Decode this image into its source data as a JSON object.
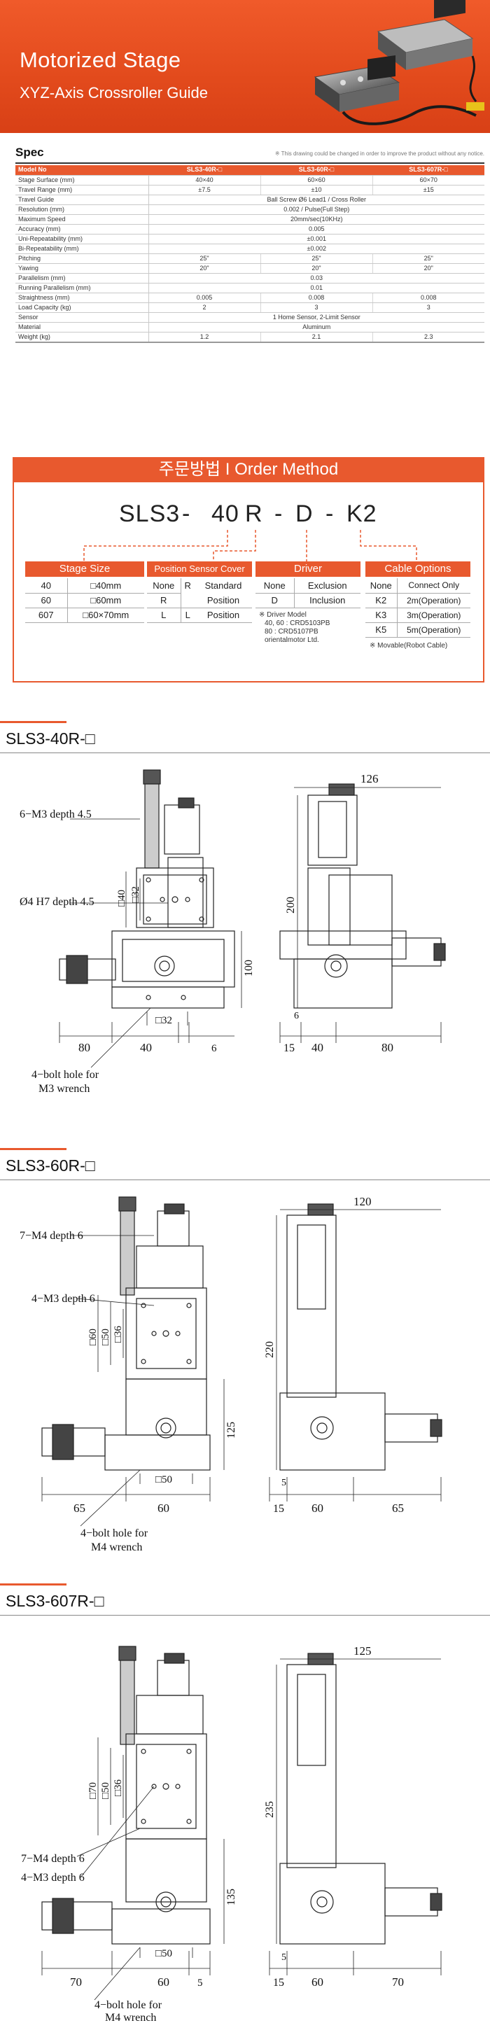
{
  "banner": {
    "title": "Motorized Stage",
    "subtitle": "XYZ-Axis Crossroller Guide"
  },
  "spec": {
    "title": "Spec",
    "note": "※ This drawing could be changed in order to improve the product without any notice.",
    "headers": [
      "Model No",
      "SLS3-40R-□",
      "SLS3-60R-□",
      "SLS3-607R-□"
    ],
    "rows": [
      {
        "label": "Stage Surface (mm)",
        "values": [
          "40×40",
          "60×60",
          "60×70"
        ]
      },
      {
        "label": "Travel Range (mm)",
        "values": [
          "±7.5",
          "±10",
          "±15"
        ]
      },
      {
        "label": "Travel Guide",
        "span": "Ball Screw Ø6 Lead1 / Cross Roller"
      },
      {
        "label": "Resolution (mm)",
        "span": "0.002 / Pulse(Full Step)"
      },
      {
        "label": "Maximum Speed",
        "span": "20mm/sec(10KHz)"
      },
      {
        "label": "Accuracy (mm)",
        "span": "0.005"
      },
      {
        "label": "Uni-Repeatability (mm)",
        "span": "±0.001"
      },
      {
        "label": "Bi-Repeatability (mm)",
        "span": "±0.002"
      },
      {
        "label": "Pitching",
        "values": [
          "25\"",
          "25\"",
          "25\""
        ]
      },
      {
        "label": "Yawing",
        "values": [
          "20\"",
          "20\"",
          "20\""
        ]
      },
      {
        "label": "Parallelism (mm)",
        "span": "0.03"
      },
      {
        "label": "Running Parallelism (mm)",
        "span": "0.01"
      },
      {
        "label": "Straightness (mm)",
        "values": [
          "0.005",
          "0.008",
          "0.008"
        ]
      },
      {
        "label": "Load Capacity (kg)",
        "values": [
          "2",
          "3",
          "3"
        ]
      },
      {
        "label": "Sensor",
        "span": "1 Home Sensor, 2-Limit Sensor"
      },
      {
        "label": "Material",
        "span": "Aluminum"
      },
      {
        "label": "Weight (kg)",
        "values": [
          "1.2",
          "2.1",
          "2.3"
        ]
      }
    ]
  },
  "order": {
    "title": "주문방법 I Order Method",
    "code": [
      "SLS3",
      "-",
      "40",
      "R",
      "-",
      "D",
      "-",
      "K2"
    ],
    "stage_size": {
      "title": "Stage Size",
      "rows": [
        [
          "40",
          "□40mm"
        ],
        [
          "60",
          "□60mm"
        ],
        [
          "607",
          "□60×70mm"
        ]
      ]
    },
    "position_sensor": {
      "title": "Position Sensor Cover",
      "rows": [
        [
          "None",
          "R",
          "Standard"
        ],
        [
          "R",
          "",
          "Position"
        ],
        [
          "L",
          "L",
          "Position"
        ]
      ]
    },
    "driver": {
      "title": "Driver",
      "rows": [
        [
          "None",
          "Exclusion"
        ],
        [
          "D",
          "Inclusion"
        ]
      ],
      "note": [
        "※ Driver Model",
        "40, 60 : CRD5103PB",
        "80 : CRD5107PB",
        "orientalmotor Ltd."
      ]
    },
    "cable": {
      "title": "Cable Options",
      "rows": [
        [
          "None",
          "Connect Only"
        ],
        [
          "K2",
          "2m(Operation)"
        ],
        [
          "K3",
          "3m(Operation)"
        ],
        [
          "K5",
          "5m(Operation)"
        ]
      ],
      "note": "※ Movable(Robot Cable)"
    }
  },
  "sections": {
    "s40": {
      "title": "SLS3-40R-□",
      "labels": {
        "tap": "6−M3 depth 4.5",
        "hole": "Ø4 H7 depth 4.5",
        "bolt1": "4−bolt hole for",
        "bolt2": "M3 wrench",
        "d40": "□40",
        "d32": "□32",
        "h100": "100",
        "h200": "200",
        "w126": "126",
        "b32": "□32",
        "w80": "80",
        "w40": "40",
        "w6": "6",
        "r15": "15",
        "r40": "40",
        "r80": "80",
        "r6": "6"
      }
    },
    "s60": {
      "title": "SLS3-60R-□",
      "labels": {
        "tap1": "7−M4 depth 6",
        "tap2": "4−M3 depth 6",
        "bolt1": "4−bolt hole for",
        "bolt2": "M4 wrench",
        "d60": "□60",
        "d50": "□50",
        "d36": "□36",
        "h125": "125",
        "h220": "220",
        "w120": "120",
        "b50": "□50",
        "w65": "65",
        "w60": "60",
        "r15": "15",
        "r60": "60",
        "r65": "65",
        "r5": "5"
      }
    },
    "s607": {
      "title": "SLS3-607R-□",
      "labels": {
        "tap1": "7−M4 depth 6",
        "tap2": "4−M3 depth 6",
        "bolt1": "4−bolt hole for",
        "bolt2": "M4 wrench",
        "d70": "□70",
        "d50": "□50",
        "d36": "□36",
        "h135": "135",
        "h235": "235",
        "w125": "125",
        "b50": "□50",
        "w70": "70",
        "w60": "60",
        "w5": "5",
        "r15": "15",
        "r60": "60",
        "r70": "70",
        "r5": "5"
      }
    }
  }
}
